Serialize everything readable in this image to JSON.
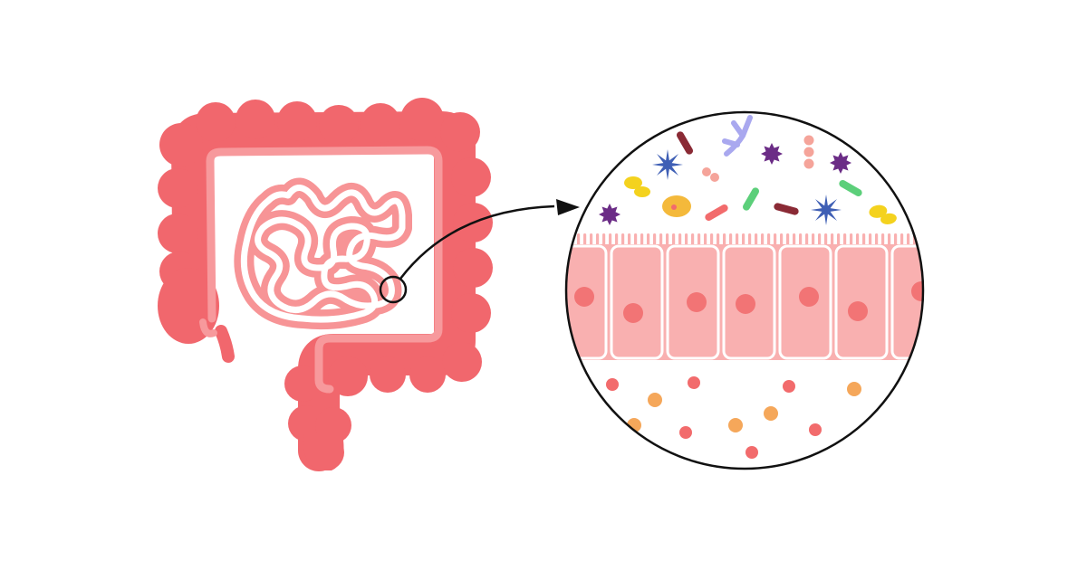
{
  "diagram": {
    "colors": {
      "background": "#ffffff",
      "colon": "#f1676d",
      "colon_lining": "#f7999c",
      "small_intestine": "#f79496",
      "small_intestine_lining": "#ffffff",
      "epithelium": "#f9b0b0",
      "epithelium_edge": "#ffffff",
      "nucleus": "#f27475",
      "lens_outline": "#111111",
      "pointer_arrow": "#111111",
      "particle_red": "#f26b6c",
      "particle_orange": "#f5a75a"
    },
    "icons": {
      "star_microbe": "blue-star-bacterium",
      "virus": "purple-virus",
      "rod": "rod-bacterium",
      "coccus": "coccus-chain",
      "yeast": "budding-yeast",
      "fungus": "branching-hypha",
      "arrow": "pointer-arrow"
    },
    "microbes": [
      {
        "type": "budding-yeast",
        "color": "#f4d21e"
      },
      {
        "type": "blue-star-bacterium",
        "color": "#3f5fb5"
      },
      {
        "type": "rod-bacterium",
        "color": "#8a2a35"
      },
      {
        "type": "branching-hypha",
        "color": "#a9a8ef"
      },
      {
        "type": "coccus-pair",
        "color": "#f5a49a"
      },
      {
        "type": "purple-virus",
        "color": "#6b2c86"
      },
      {
        "type": "coccus-chain",
        "color": "#f5a49a"
      },
      {
        "type": "purple-virus",
        "color": "#6b2c86"
      },
      {
        "type": "oval-bacterium",
        "color": "#f4b93b"
      },
      {
        "type": "rod-bacterium",
        "color": "#5ccf7a"
      },
      {
        "type": "rod-bacterium",
        "color": "#f26b6c"
      },
      {
        "type": "rod-bacterium",
        "color": "#8a2a35"
      },
      {
        "type": "blue-star-bacterium",
        "color": "#3f5fb5"
      },
      {
        "type": "rod-bacterium",
        "color": "#5ccf7a"
      },
      {
        "type": "purple-virus",
        "color": "#6b2c86"
      },
      {
        "type": "budding-yeast",
        "color": "#f4d21e"
      }
    ],
    "epithelial_cells": 7,
    "blood_particles": 11
  }
}
